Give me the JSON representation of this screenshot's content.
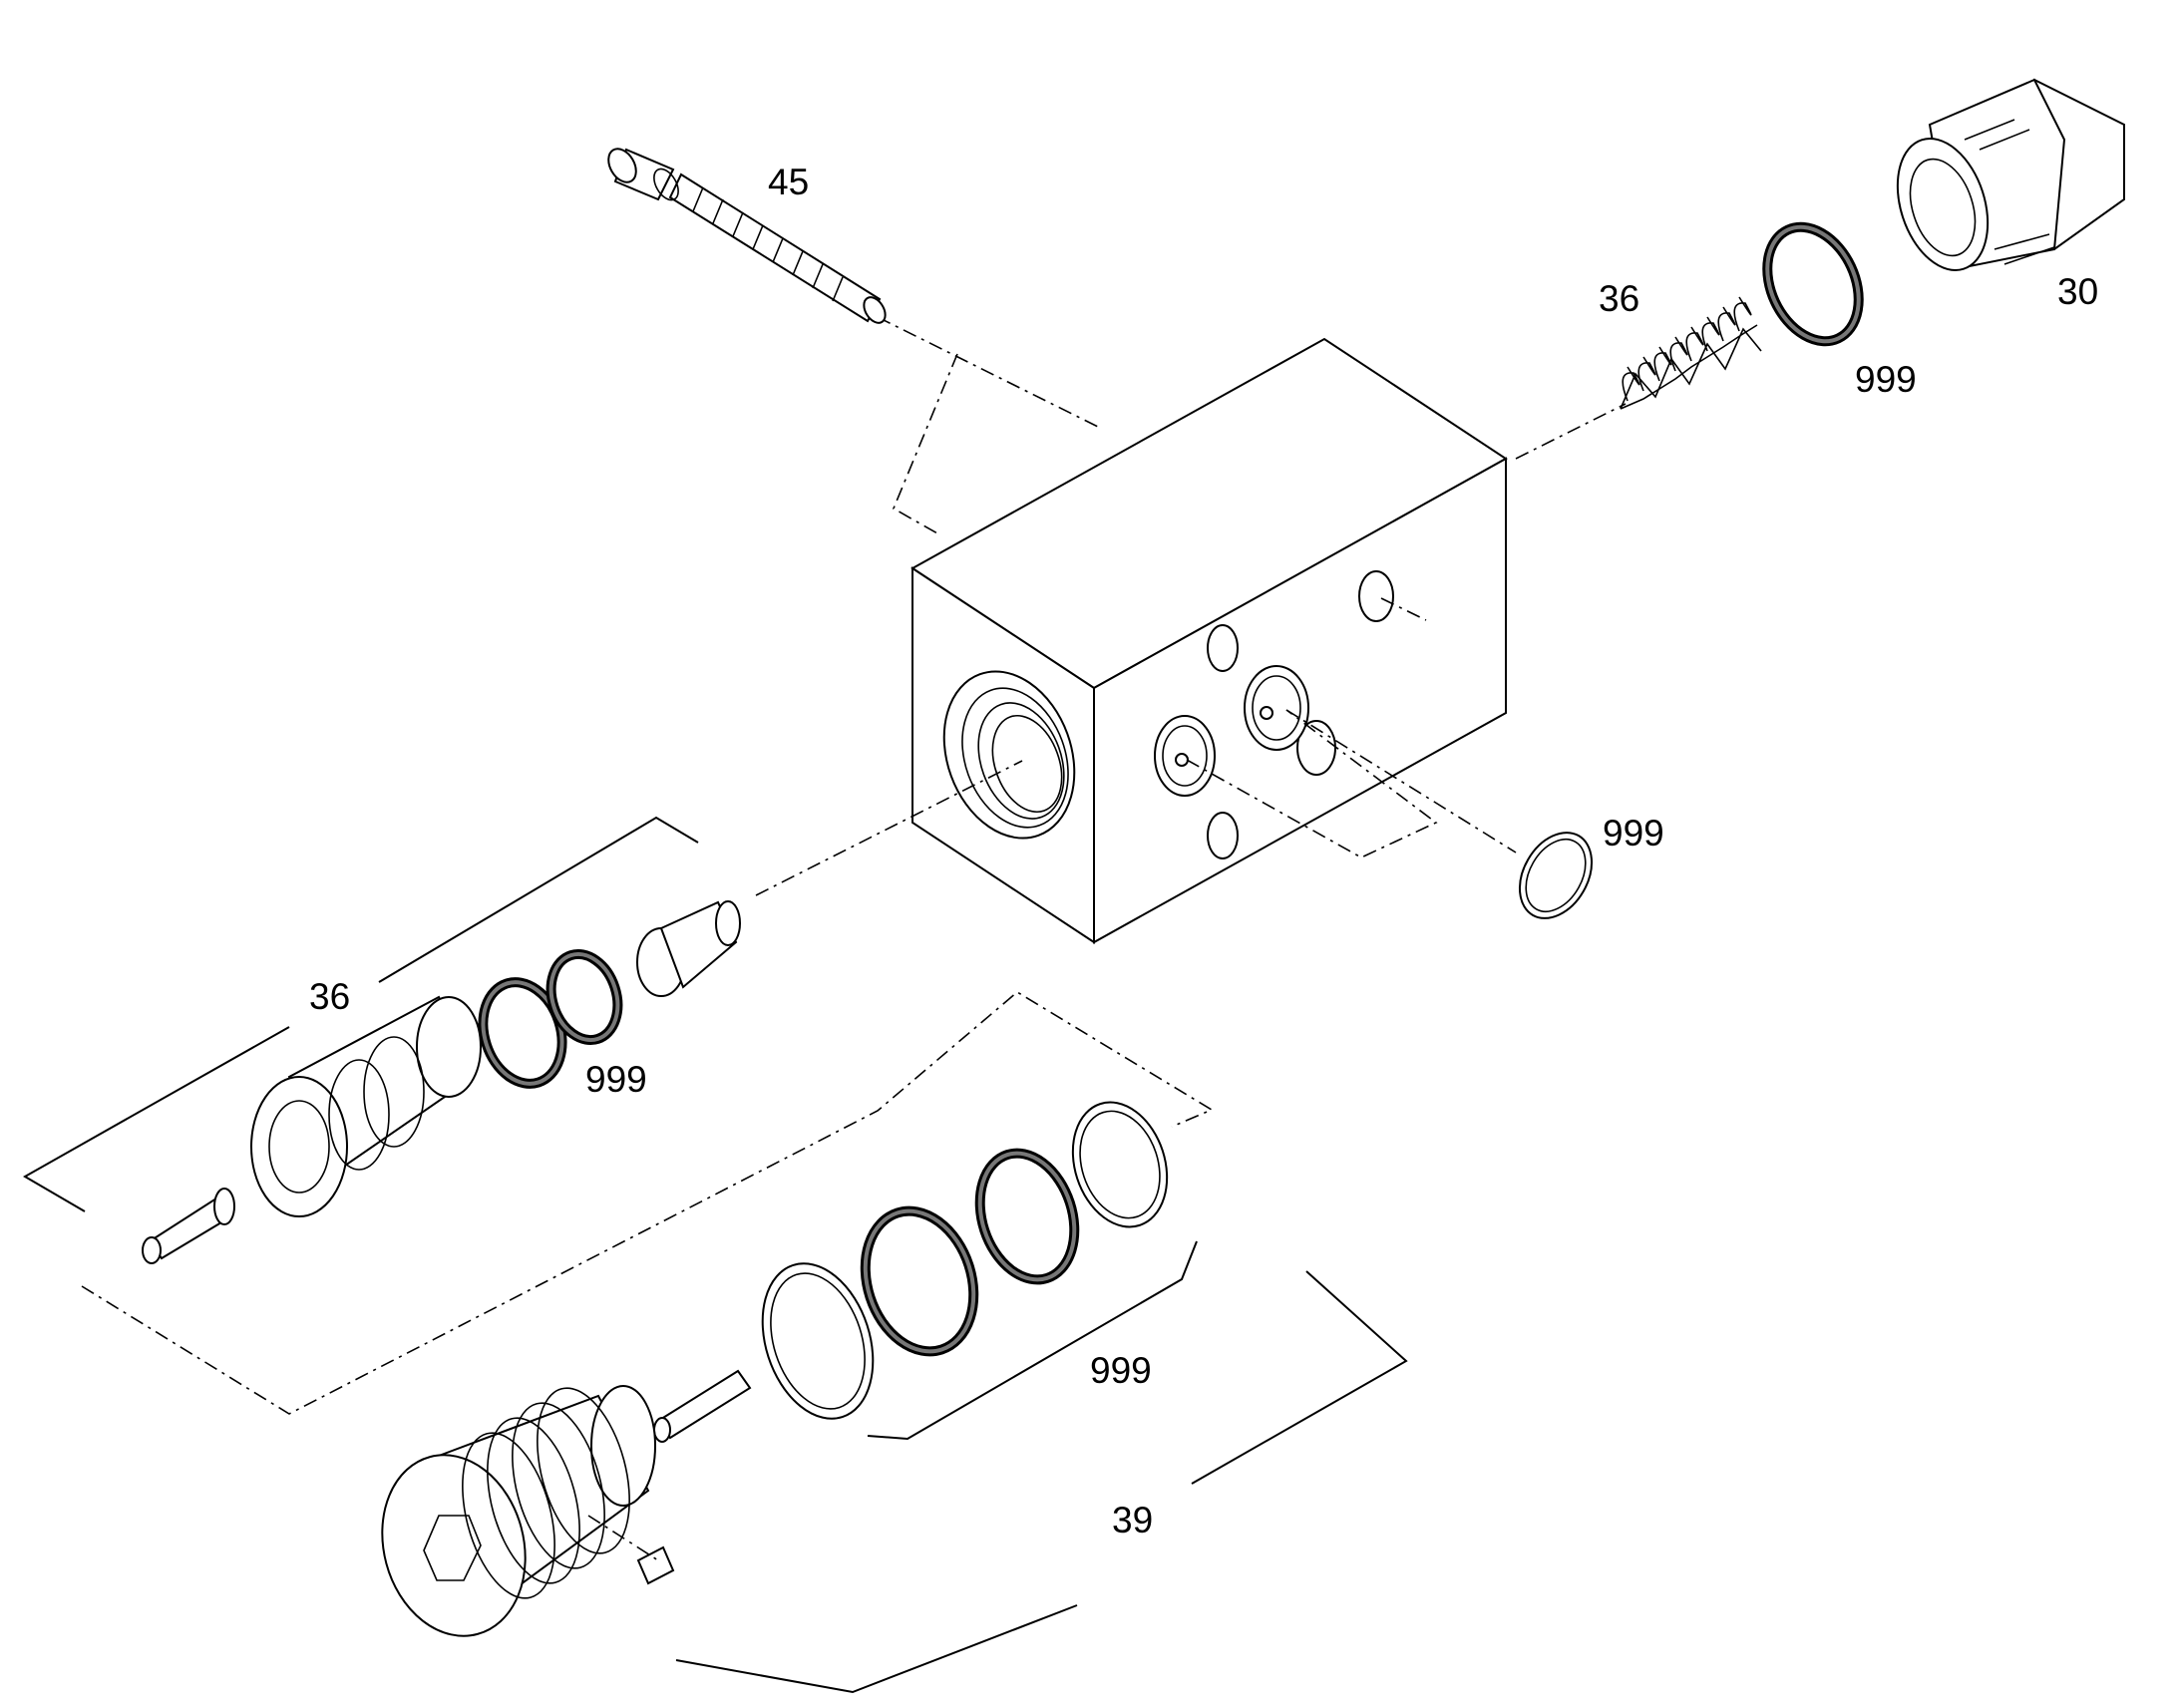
{
  "callouts": {
    "bolt": "45",
    "plug_top": "30",
    "spring_top": "36",
    "oring_top": "999",
    "oring_side": "999",
    "cartridge_left": "36",
    "oring_pair": "999",
    "oring_group": "999",
    "cartridge_bottom": "39"
  },
  "colors": {
    "line": "#000000",
    "background": "#ffffff"
  }
}
